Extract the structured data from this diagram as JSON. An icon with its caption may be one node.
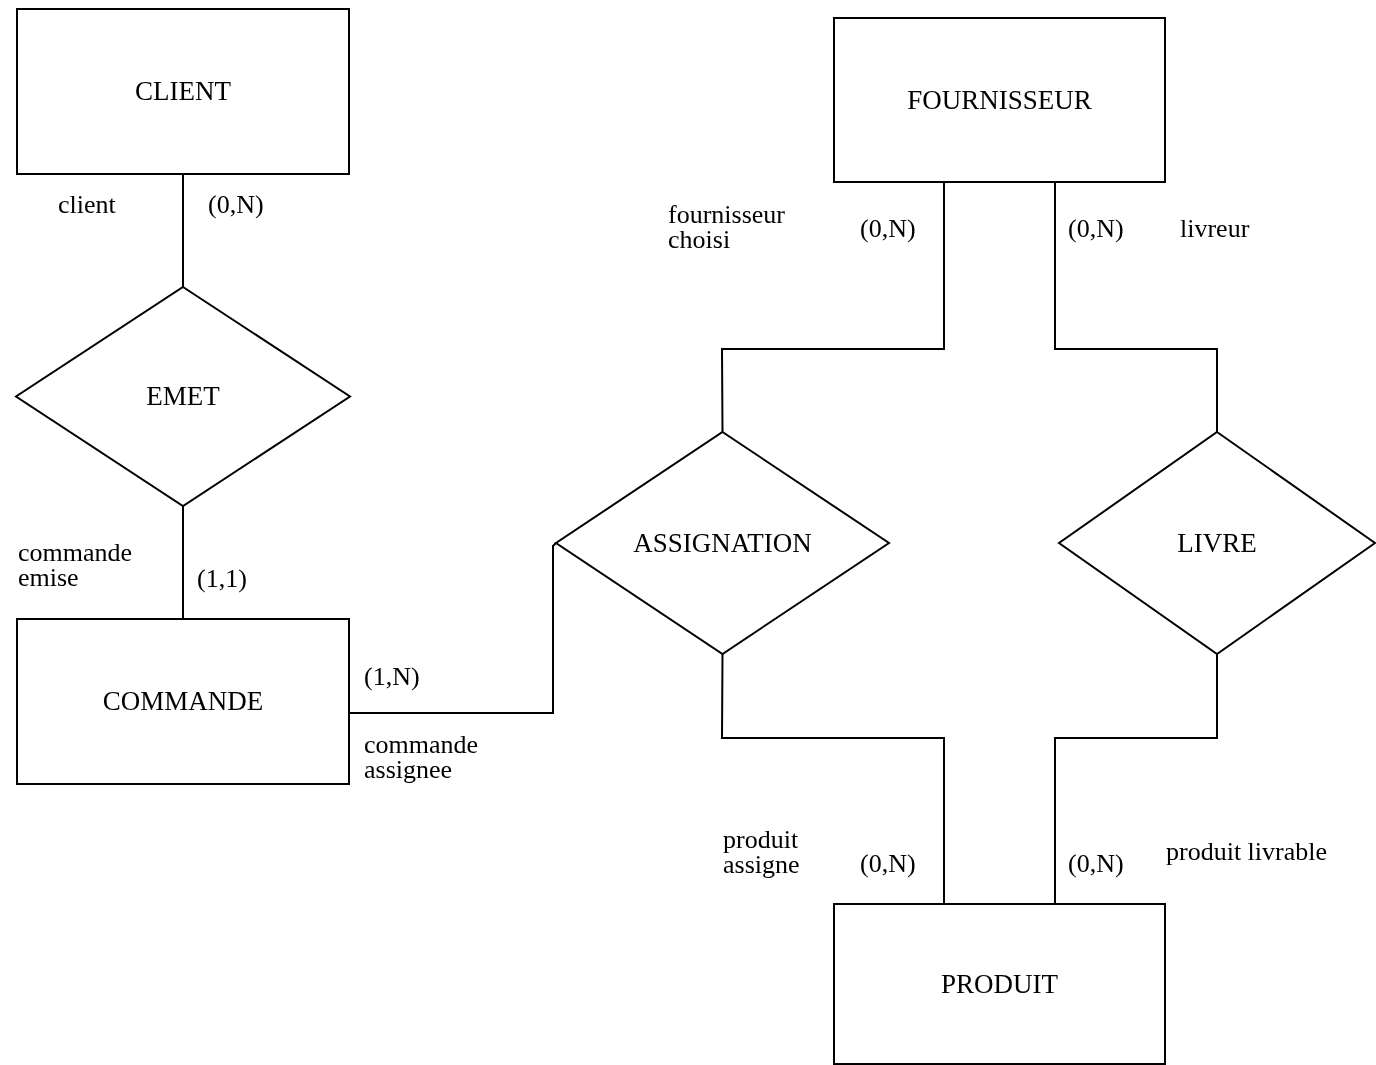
{
  "diagram": {
    "nodes": [
      {
        "text": [
          "CLIENT"
        ]
      },
      {
        "text": [
          "EMET"
        ]
      },
      {
        "text": [
          "COMMANDE"
        ]
      },
      {
        "text": [
          "FOURNISSEUR"
        ]
      },
      {
        "text": [
          "ASSIGNATION"
        ]
      },
      {
        "text": [
          "LIVRE"
        ]
      },
      {
        "text": [
          "PRODUIT"
        ]
      }
    ],
    "edges": [
      {
        "from": 0,
        "to": 1,
        "arrow": "none"
      },
      {
        "from": 1,
        "to": 2,
        "arrow": "none"
      },
      {
        "from": 2,
        "to": 4,
        "arrow": "none"
      },
      {
        "from": 3,
        "to": 4,
        "arrow": "none"
      },
      {
        "from": 3,
        "to": 5,
        "arrow": "none"
      },
      {
        "from": 4,
        "to": 6,
        "arrow": "none"
      },
      {
        "from": 5,
        "to": 6,
        "arrow": "none"
      }
    ],
    "labels": [
      "client",
      "(0,N)",
      "fournisseur choisi",
      "(0,N)",
      "(0,N)",
      "livreur",
      "commande emise",
      "(1,1)",
      "(1,N)",
      "commande assignee",
      "produit assigne",
      "(0,N)",
      "(0,N)",
      "produit livrable"
    ]
  }
}
